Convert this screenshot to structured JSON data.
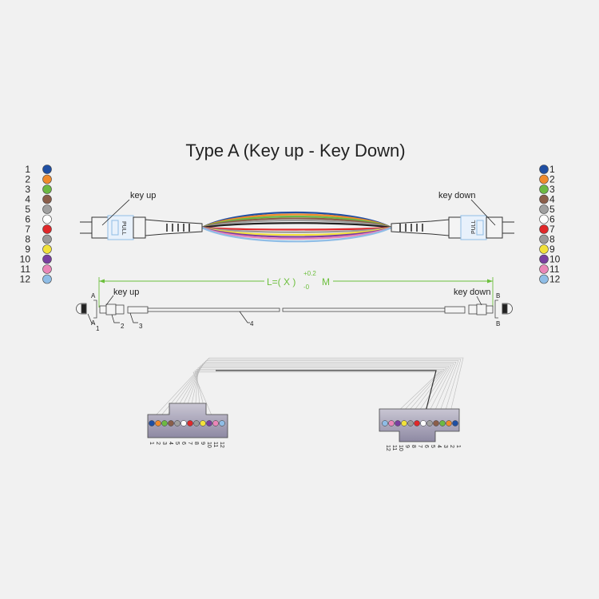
{
  "title": "Type A (Key up - Key Down)",
  "fiber_colors": [
    {
      "n": "1",
      "color": "#1f4fa3"
    },
    {
      "n": "2",
      "color": "#f08a2c"
    },
    {
      "n": "3",
      "color": "#6cb943"
    },
    {
      "n": "4",
      "color": "#8b5e4a"
    },
    {
      "n": "5",
      "color": "#a0a0a0"
    },
    {
      "n": "6",
      "color": "#ffffff"
    },
    {
      "n": "7",
      "color": "#e0282a"
    },
    {
      "n": "8",
      "color": "#9a9a9a"
    },
    {
      "n": "9",
      "color": "#f2e23a"
    },
    {
      "n": "10",
      "color": "#7a3fa0"
    },
    {
      "n": "11",
      "color": "#ea86b8"
    },
    {
      "n": "12",
      "color": "#8fbde6"
    }
  ],
  "labels": {
    "key_up": "key up",
    "key_down": "key down",
    "pull": "PULL",
    "dimension": "L=( X )",
    "tol_plus": "+0.2",
    "tol_minus": "-0",
    "unit": "M",
    "section_a": "A",
    "section_b": "B",
    "callouts": [
      "1",
      "2",
      "3",
      "4"
    ]
  },
  "colors": {
    "dimension": "#6cbf3c",
    "connector_body": "#9e9ab0",
    "shutter": "#a9cdee"
  }
}
